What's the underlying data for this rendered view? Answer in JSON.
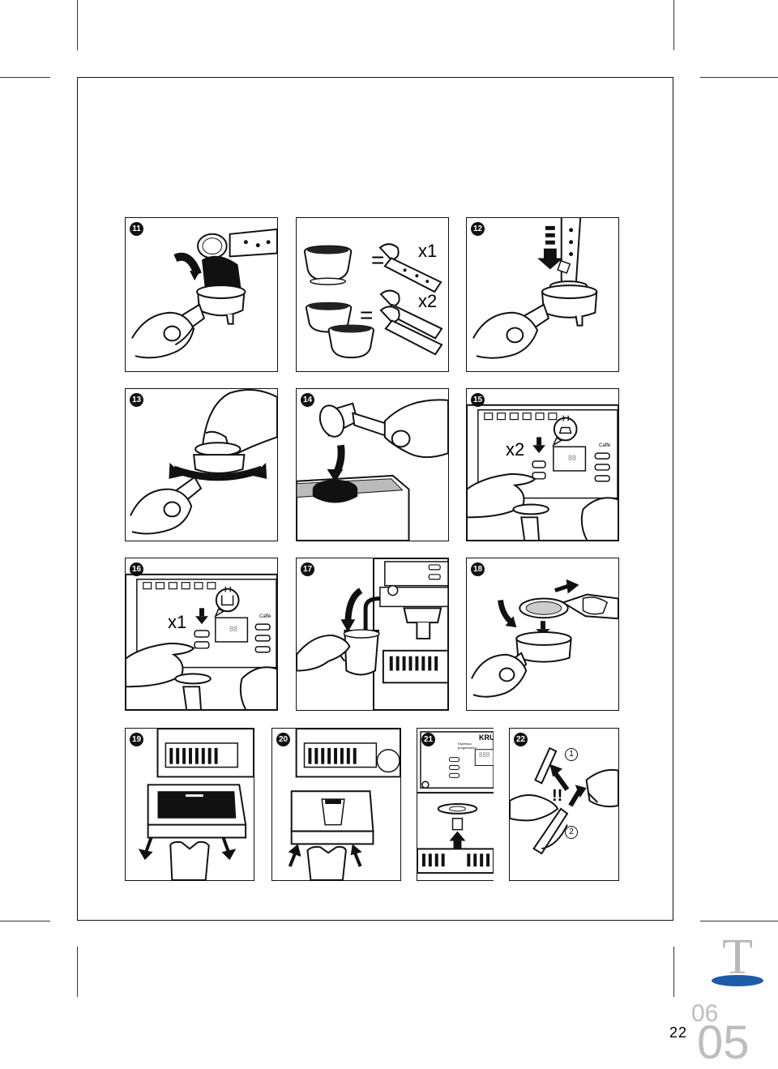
{
  "steps": {
    "s11": "11",
    "s12": "12",
    "s13": "13",
    "s14": "14",
    "s15": "15",
    "s16": "16",
    "s17": "17",
    "s18": "18",
    "s19": "19",
    "s20": "20",
    "s21": "21",
    "s22": "22"
  },
  "dose": {
    "one": "x1",
    "two": "x2",
    "equals": "="
  },
  "panel15": {
    "mult": "x2",
    "cafe_label": "Caffè",
    "display": "88"
  },
  "panel16": {
    "mult": "x1",
    "cafe_label": "Caffè",
    "display": "88"
  },
  "panel21": {
    "brand": "KRU",
    "program_label": "Espresso\nprogrammed",
    "display": "888"
  },
  "panel22": {
    "step1": "1",
    "step2": "2",
    "warning": "!!"
  },
  "footer": {
    "page_number": "22",
    "section_small": "06",
    "section_big": "05",
    "logo_letter": "T"
  },
  "colors": {
    "logo_oval": "#1e5ba8",
    "logo_grey": "#b8b8b8"
  }
}
